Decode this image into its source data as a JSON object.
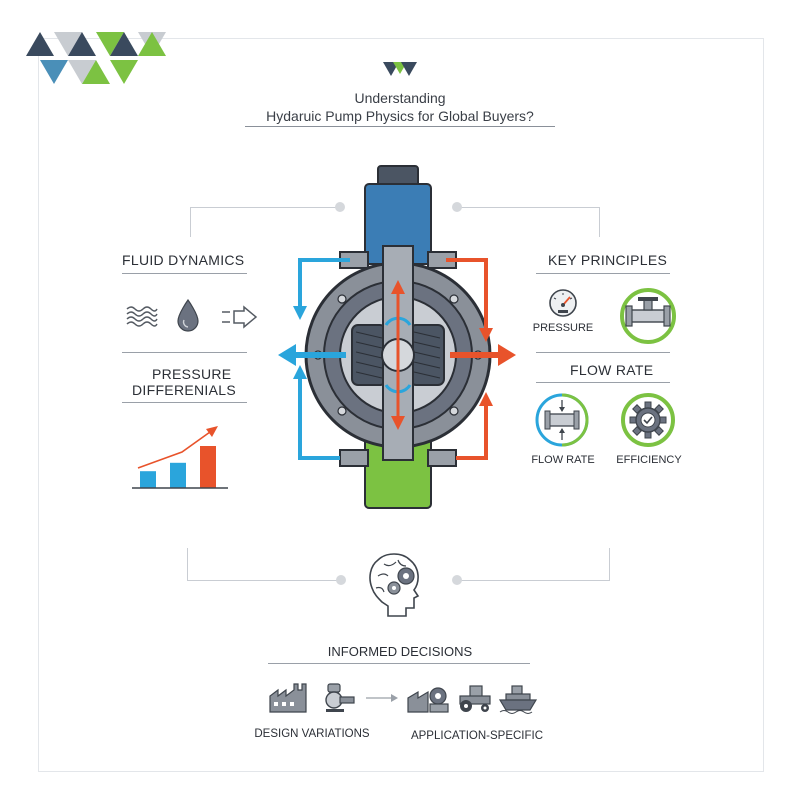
{
  "header": {
    "line1": "Understanding",
    "line2": "Hydaruic Pump Physics for Global Buyers?"
  },
  "left": {
    "fluid_dynamics": "FLUID DYNAMICS",
    "pressure_line1": "PRESSURE",
    "pressure_line2": "DIFFERENIALS"
  },
  "right": {
    "key_principles": "KEY PRINCIPLES",
    "pressure_label": "PRESSURE",
    "flow_rate_heading": "FLOW RATE",
    "flow_rate_label": "FLOW RATE",
    "efficiency_label": "EFFICIENCY"
  },
  "bottom": {
    "informed_decisions": "INFORMED DECISIONS",
    "design_variations": "DESIGN VARIATIONS",
    "application_specific": "APPLICATION-SPECIFIC"
  },
  "colors": {
    "navy": "#3a4a5e",
    "blue": "#2aa5dc",
    "green": "#7cc242",
    "orange": "#e8532b",
    "pump_blue": "#3b7db5",
    "pump_green": "#7cc242",
    "gray": "#8a9099"
  },
  "bar_chart": {
    "values": [
      2,
      3,
      5
    ],
    "colors": [
      "#2aa5dc",
      "#2aa5dc",
      "#e8532b"
    ]
  }
}
